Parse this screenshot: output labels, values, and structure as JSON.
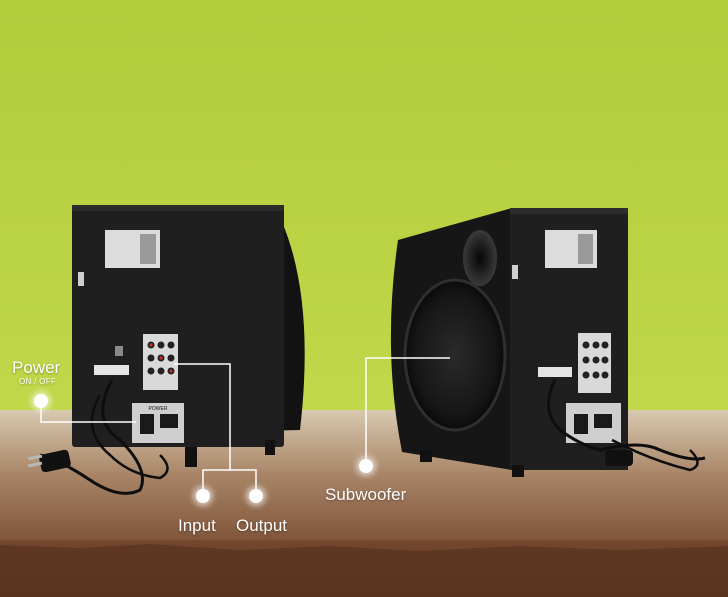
{
  "callouts": {
    "power": "Power",
    "power_sub": "ON / OFF",
    "input": "Input",
    "output": "Output",
    "subwoofer": "Subwoofer"
  },
  "panel_text": {
    "power_label": "POWER"
  },
  "colors": {
    "background_top": "#a8c83a",
    "background_bottom": "#c3dc5a",
    "ground": "#8a5a3c",
    "speaker_body": "#1c1c1c",
    "callout": "#ffffff"
  }
}
